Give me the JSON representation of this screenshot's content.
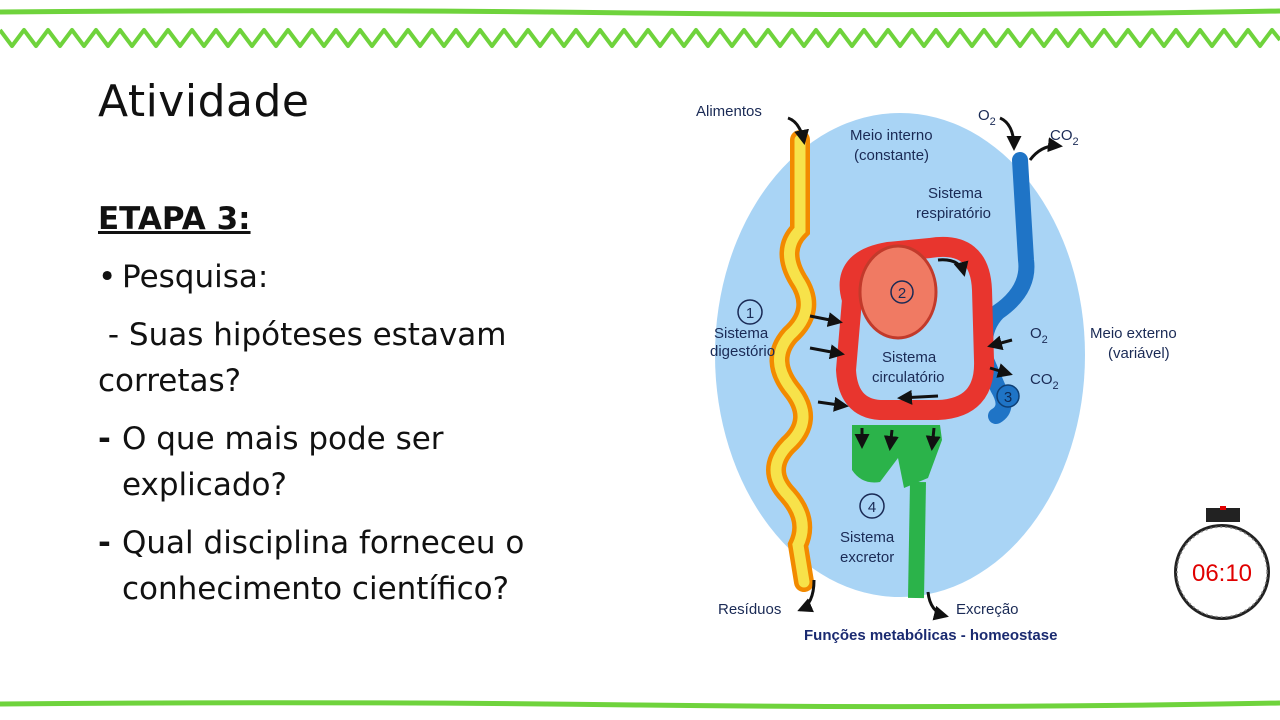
{
  "slide": {
    "title": "Atividade",
    "heading": "ETAPA 3:",
    "bullet_marker": "•",
    "bullet": "Pesquisa:",
    "question1": " - Suas hipóteses estavam corretas?",
    "dash_marker": "-",
    "questions": [
      "O que mais pode ser explicado?",
      "Qual disciplina forneceu o conhecimento científico?"
    ]
  },
  "diagram": {
    "labels": {
      "alimentos": "Alimentos",
      "meio_interno_1": "Meio interno",
      "meio_interno_2": "(constante)",
      "o2_top": "O",
      "co2_top": "CO",
      "sub2": "2",
      "sistema": "Sistema",
      "respiratorio": "respiratório",
      "digestorio": "digestório",
      "circulatorio": "circulatório",
      "excretor": "excretor",
      "meio_externo_1": "Meio externo",
      "meio_externo_2": "(variável)",
      "o2_right": "O",
      "co2_right": "CO",
      "residuos": "Resíduos",
      "excrecao": "Excreção",
      "caption": "Funções metabólicas - homeostase",
      "n1": "1",
      "n2": "2",
      "n3": "3",
      "n4": "4"
    },
    "colors": {
      "meio_interno": "#a9d4f5",
      "digestorio": "#f7e24a",
      "digestorio_edge": "#f28a00",
      "circulatorio": "#e8352e",
      "respiratorio": "#1f74c6",
      "excretor": "#2bb34a",
      "caption": "#1a2a70"
    }
  },
  "timer": {
    "value": "06:10",
    "color": "#e00000"
  },
  "theme": {
    "border_color": "#6fd33c"
  }
}
